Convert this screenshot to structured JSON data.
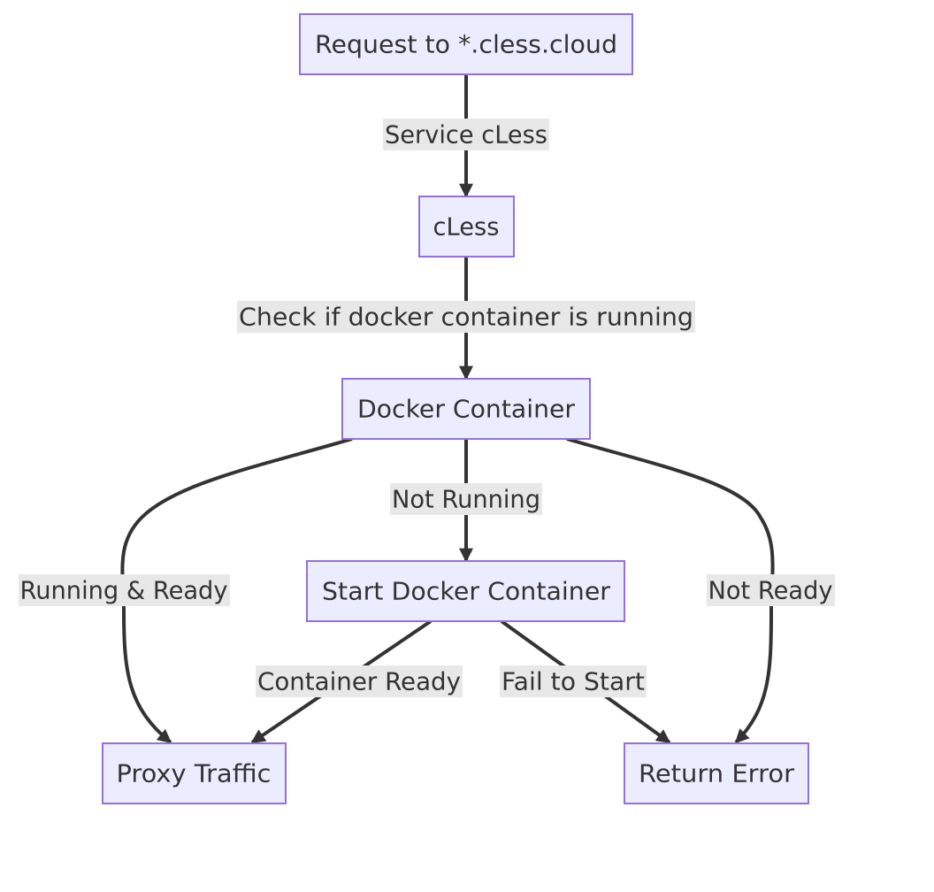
{
  "diagram": {
    "type": "flowchart",
    "direction": "top-down",
    "colors": {
      "node_fill": "#ececff",
      "node_stroke": "#9370db",
      "edge": "#333333",
      "label_background": "#e8e8e8",
      "text": "#333333"
    },
    "nodes": {
      "request": "Request to *.cless.cloud",
      "cless": "cLess",
      "docker": "Docker Container",
      "start": "Start Docker Container",
      "proxy": "Proxy Traffic",
      "error": "Return Error"
    },
    "edges": [
      {
        "from": "request",
        "to": "cless",
        "label": "Service cLess"
      },
      {
        "from": "cless",
        "to": "docker",
        "label": "Check if docker container is running"
      },
      {
        "from": "docker",
        "to": "start",
        "label": "Not Running"
      },
      {
        "from": "docker",
        "to": "proxy",
        "label": "Running & Ready"
      },
      {
        "from": "docker",
        "to": "error",
        "label": "Not Ready"
      },
      {
        "from": "start",
        "to": "proxy",
        "label": "Container Ready"
      },
      {
        "from": "start",
        "to": "error",
        "label": "Fail to Start"
      }
    ]
  }
}
